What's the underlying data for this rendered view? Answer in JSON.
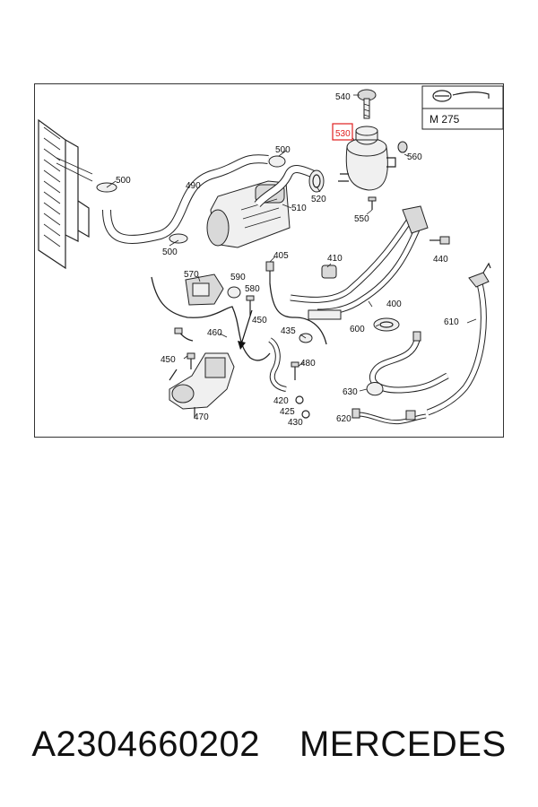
{
  "model_box": {
    "label": "M 275"
  },
  "highlight_color": "#e02020",
  "callouts": {
    "c540": "540",
    "c530": "530",
    "c560": "560",
    "c500a": "500",
    "c500b": "500",
    "c500c": "500",
    "c490": "490",
    "c520": "520",
    "c510": "510",
    "c550": "550",
    "c440": "440",
    "c405": "405",
    "c410": "410",
    "c570": "570",
    "c590": "590",
    "c580": "580",
    "c450a": "450",
    "c400": "400",
    "c460": "460",
    "c435": "435",
    "c600": "600",
    "c610": "610",
    "c450b": "450",
    "c480": "480",
    "c630": "630",
    "c420": "420",
    "c425": "425",
    "c620": "620",
    "c430": "430",
    "c470": "470"
  },
  "footer": {
    "part_number": "A2304660202",
    "brand": "MERCEDES"
  }
}
